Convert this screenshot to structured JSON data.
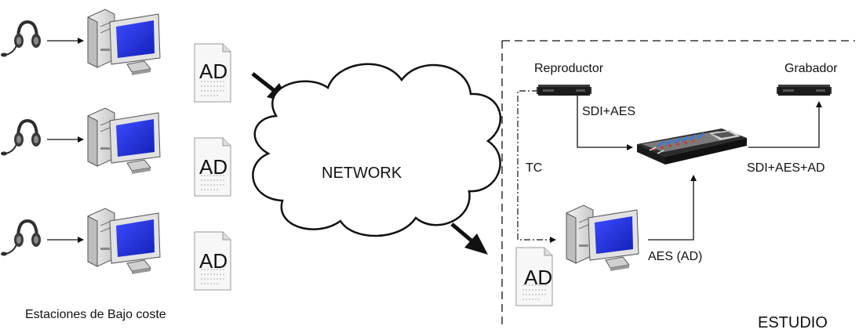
{
  "labels": {
    "network": "NETWORK",
    "estaciones": "Estaciones de Bajo coste",
    "estudio": "ESTUDIO",
    "reproductor": "Reproductor",
    "grabador": "Grabador",
    "tc": "TC",
    "sdi_aes": "SDI+AES",
    "sdi_aes_ad": "SDI+AES+AD",
    "aes_ad": "AES (AD)"
  },
  "ad_document_label": "AD",
  "colors": {
    "monitor_screen": "#1f2fd8",
    "computer_body": "#e6e6e6",
    "device_dark": "#1c1c1c",
    "headset": "#2e2e2e",
    "line": "#111111"
  },
  "icons": {
    "headset": "headset-icon",
    "computer": "computer-icon",
    "document": "ad-document-icon",
    "cloud": "network-cloud",
    "player": "player-device-icon",
    "recorder": "recorder-device-icon",
    "mixer": "audio-mixer-icon"
  }
}
